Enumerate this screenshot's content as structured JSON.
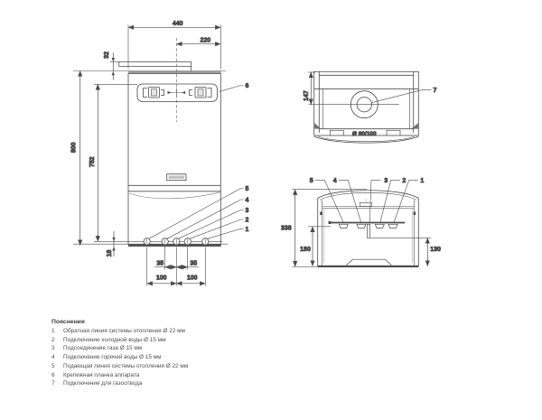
{
  "drawing": {
    "front": {
      "dim_width": "440",
      "dim_half_width": "220",
      "dim_bracket_offset": "32",
      "dim_height": "800",
      "dim_bracket_height": "752",
      "dim_bottom_offset": "18",
      "dim_pipe_35_left": "35",
      "dim_pipe_35_right": "35",
      "dim_pipe_100_left": "100",
      "dim_pipe_100_right": "100",
      "callout_bracket": "6",
      "callouts": [
        "5",
        "4",
        "3",
        "2",
        "1"
      ]
    },
    "top_view": {
      "dim_depth": "147",
      "flue_label": "Ø 60/100",
      "callout_flue": "7"
    },
    "bottom_view": {
      "dim_total_depth": "338",
      "dim_inner_left": "180",
      "dim_inner_right": "130",
      "callouts": [
        "5",
        "4",
        "3",
        "2",
        "1"
      ]
    }
  },
  "legend": {
    "title": "Пояснения",
    "items": [
      {
        "num": "1",
        "text": "Обратная линия системы отопления Ø 22 мм"
      },
      {
        "num": "2",
        "text": "Подключение холодной воды Ø 15 мм"
      },
      {
        "num": "3",
        "text": "Подсоединение газа Ø 15 мм"
      },
      {
        "num": "4",
        "text": "Подключение горячей воды Ø 15 мм"
      },
      {
        "num": "5",
        "text": "Подающая линия системы отопления Ø 22 мм"
      },
      {
        "num": "6",
        "text": "Крепежная планка аппарата"
      },
      {
        "num": "7",
        "text": "Подключение для газоотвода"
      }
    ]
  }
}
